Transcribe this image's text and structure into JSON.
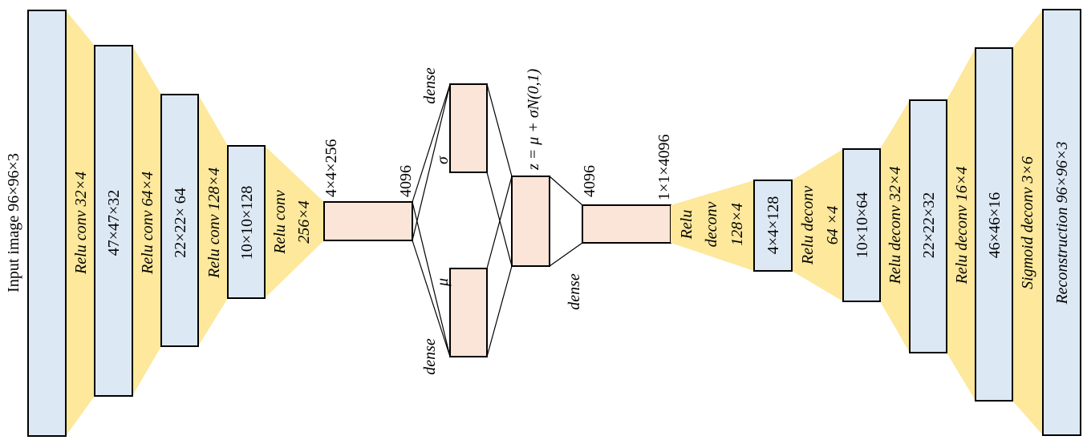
{
  "encoder": {
    "input_label": "Input image 96×96×3",
    "ops": [
      "Relu conv 32×4",
      "Relu conv 64×4",
      "Relu conv 128×4"
    ],
    "op4_line1": "Relu conv",
    "op4_line2": "256×4",
    "features": [
      "47×47×32",
      "22×22× 64",
      "10×10×128"
    ],
    "out_shape": "4×4×256",
    "flat": "4096"
  },
  "latent": {
    "dense_sigma": "dense",
    "dense_mu": "dense",
    "sigma": "σ",
    "mu": "μ",
    "z_eq": "z = μ + σN(0,1)",
    "dense_out": "dense",
    "z_size": "4096",
    "reshape": "1×1×4096"
  },
  "decoder": {
    "op1": [
      "Relu",
      "deconv",
      "128×4"
    ],
    "f1": "4×4×128",
    "op2": [
      "Relu deconv",
      "64 ×4"
    ],
    "f2": "10×10×64",
    "op3": "Relu deconv 32×4",
    "f3": "22×22×32",
    "op4": "Relu deconv 16×4",
    "f4": "46×46×16",
    "op5": "Sigmoid deconv 3×6",
    "out": "Reconstruction 96×96×3"
  }
}
